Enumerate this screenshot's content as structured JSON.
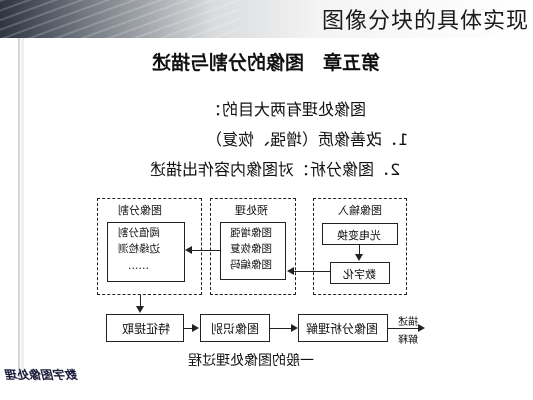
{
  "header": {
    "title": "图像分块的具体实现"
  },
  "slide": {
    "title": "第五章　图像的分割与描述",
    "intro": "图像处理有两大目的：",
    "item1": "1．改善像质（增强、恢复）",
    "item2": "2．图像分析：对图像内容作出描述"
  },
  "diagram": {
    "group_segment": {
      "label": "图像分割",
      "lines": [
        "阈值分割",
        "边缘检测",
        "……"
      ]
    },
    "group_preprocess": {
      "label": "预处理",
      "lines": [
        "图像增强",
        "图像恢复",
        "图像编码"
      ]
    },
    "group_input": {
      "label": "图像输入",
      "photo": "光电变换",
      "digitize": "数字化"
    },
    "feature": "特征提取",
    "recognition": "图像识别",
    "analysis": "图像分析理解",
    "out_describe": "描述",
    "out_explain": "解释",
    "caption": "一般的图像处理过程"
  },
  "logo": {
    "text": "数字图像处理"
  }
}
